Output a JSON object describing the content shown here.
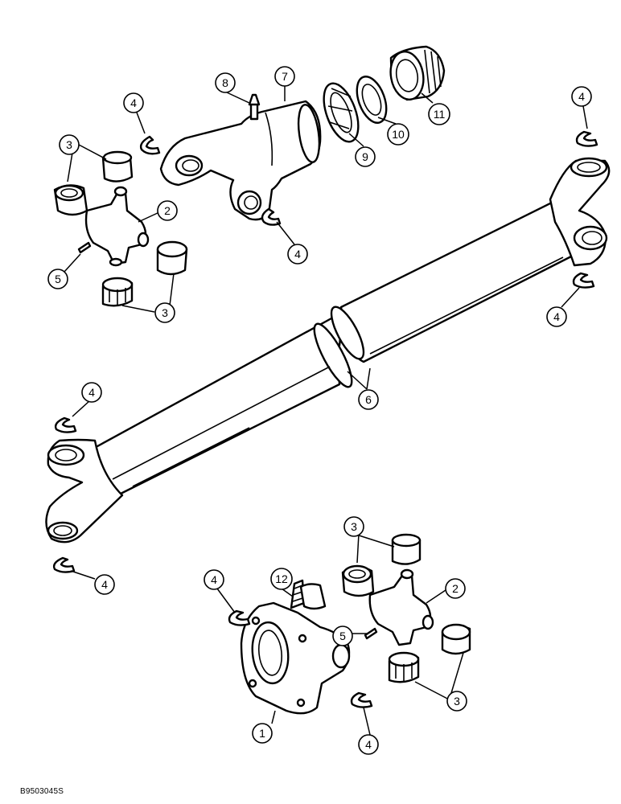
{
  "drawing_id": "B9503045S",
  "callouts": [
    {
      "id": "c1",
      "label": "1"
    },
    {
      "id": "c2a",
      "label": "2"
    },
    {
      "id": "c2b",
      "label": "2"
    },
    {
      "id": "c3a",
      "label": "3"
    },
    {
      "id": "c3b",
      "label": "3"
    },
    {
      "id": "c3c",
      "label": "3"
    },
    {
      "id": "c3d",
      "label": "3"
    },
    {
      "id": "c4a",
      "label": "4"
    },
    {
      "id": "c4b",
      "label": "4"
    },
    {
      "id": "c4c",
      "label": "4"
    },
    {
      "id": "c4d",
      "label": "4"
    },
    {
      "id": "c4e",
      "label": "4"
    },
    {
      "id": "c4f",
      "label": "4"
    },
    {
      "id": "c4g",
      "label": "4"
    },
    {
      "id": "c4h",
      "label": "4"
    },
    {
      "id": "c5a",
      "label": "5"
    },
    {
      "id": "c5b",
      "label": "5"
    },
    {
      "id": "c6",
      "label": "6"
    },
    {
      "id": "c7",
      "label": "7"
    },
    {
      "id": "c8",
      "label": "8"
    },
    {
      "id": "c9",
      "label": "9"
    },
    {
      "id": "c10",
      "label": "10"
    },
    {
      "id": "c11",
      "label": "11"
    },
    {
      "id": "c12",
      "label": "12"
    }
  ]
}
